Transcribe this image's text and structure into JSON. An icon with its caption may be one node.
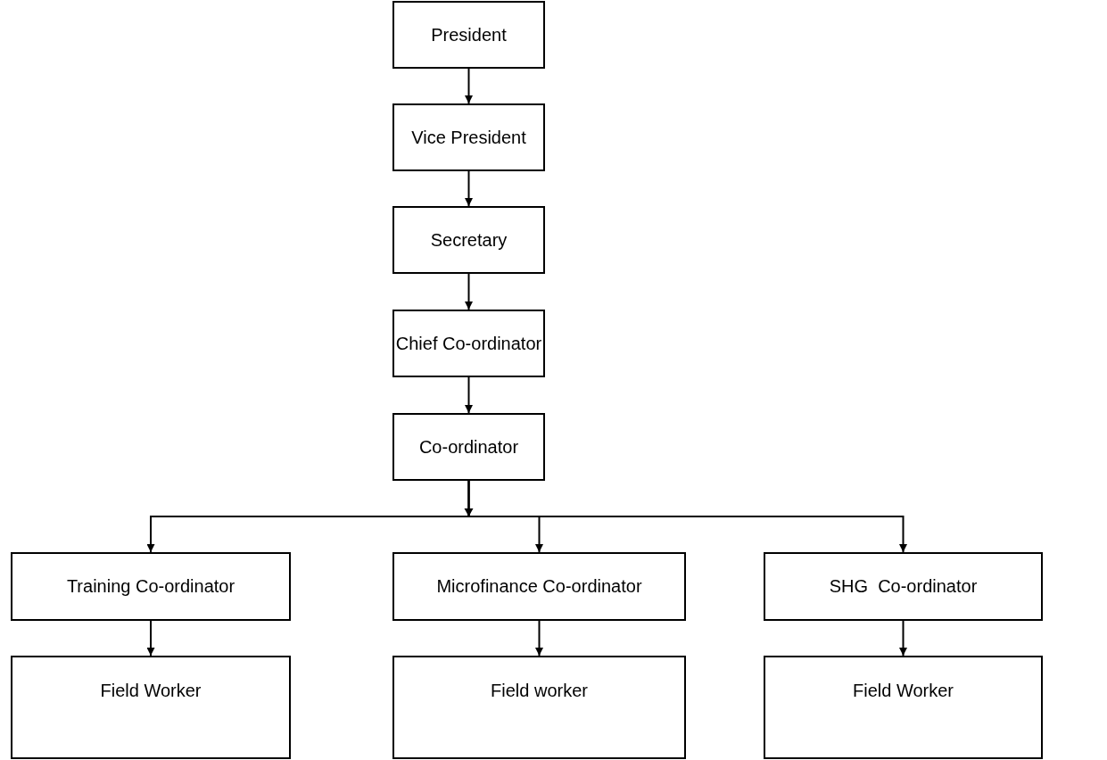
{
  "diagram": {
    "nodes": [
      {
        "text": [
          "President"
        ]
      },
      {
        "text": [
          "Vice President"
        ]
      },
      {
        "text": [
          "Secretary"
        ]
      },
      {
        "text": [
          "Chief Co-ordinator"
        ]
      },
      {
        "text": [
          "Co-ordinator"
        ]
      },
      {
        "text": [
          "Training Co-ordinator"
        ]
      },
      {
        "text": [
          "Microfinance Co-ordinator"
        ]
      },
      {
        "text": [
          "SHG  Co-ordinator"
        ]
      },
      {
        "text": [
          "Field Worker"
        ]
      },
      {
        "text": [
          "Field worker"
        ]
      },
      {
        "text": [
          "Field Worker"
        ]
      }
    ],
    "edges": [
      {
        "from": 0,
        "to": 1,
        "arrow": "to"
      },
      {
        "from": 1,
        "to": 2,
        "arrow": "to"
      },
      {
        "from": 2,
        "to": 3,
        "arrow": "to"
      },
      {
        "from": 3,
        "to": 4,
        "arrow": "to"
      },
      {
        "from": 4,
        "to": 5,
        "arrow": "to"
      },
      {
        "from": 4,
        "to": 6,
        "arrow": "to"
      },
      {
        "from": 4,
        "to": 7,
        "arrow": "to"
      },
      {
        "from": 5,
        "to": 8,
        "arrow": "to"
      },
      {
        "from": 6,
        "to": 9,
        "arrow": "to"
      },
      {
        "from": 7,
        "to": 10,
        "arrow": "to"
      }
    ]
  }
}
